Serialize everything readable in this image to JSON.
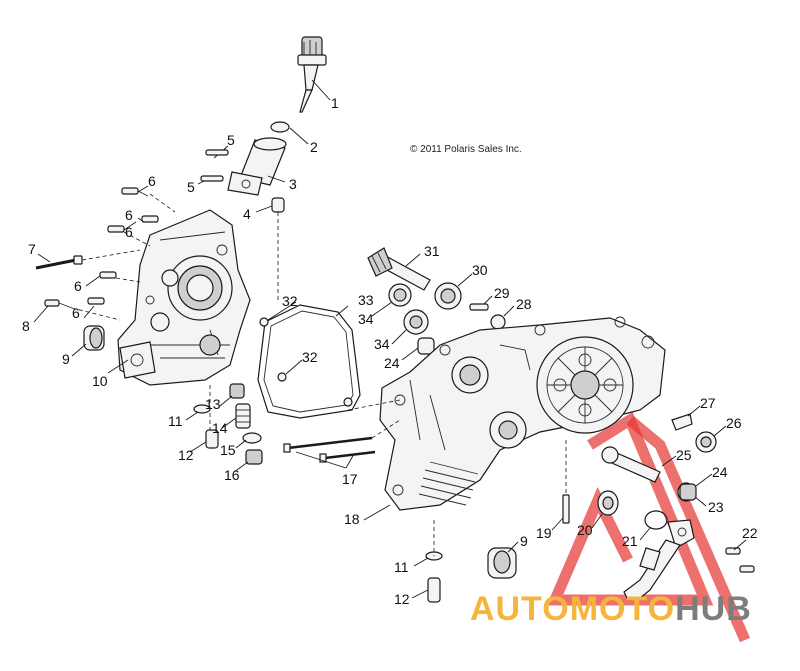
{
  "copyright": "© 2011 Polaris Sales Inc.",
  "watermark": {
    "word_1": "AUTO",
    "word_2": "MOTO",
    "word_3": "HUB",
    "color_1": "#f5b43a",
    "color_2": "#f5b43a",
    "color_3": "#7d7d7d",
    "accent": "#e53935"
  },
  "callouts": [
    "1",
    "2",
    "3",
    "4",
    "5",
    "5",
    "6",
    "6",
    "6",
    "6",
    "6",
    "7",
    "8",
    "9",
    "10",
    "11",
    "12",
    "13",
    "14",
    "15",
    "16",
    "17",
    "18",
    "19",
    "20",
    "21",
    "22",
    "23",
    "24",
    "25",
    "26",
    "27",
    "28",
    "29",
    "30",
    "31",
    "32",
    "32",
    "33",
    "34",
    "34",
    "24",
    "9",
    "11",
    "12"
  ]
}
